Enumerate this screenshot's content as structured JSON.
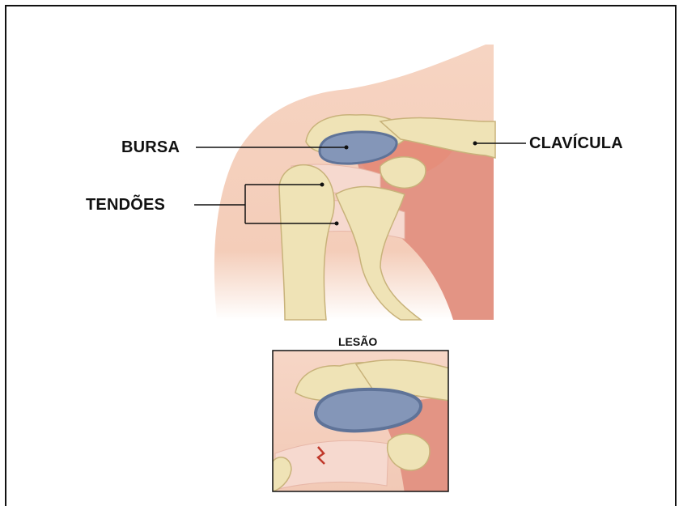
{
  "labels": {
    "bursa": "BURSA",
    "tendons": "TENDÕES",
    "clavicle": "CLAVÍCULA",
    "injury": "LESÃO"
  },
  "colors": {
    "skin": "#f2c3ac",
    "bone": "#efe3b6",
    "bone_edge": "#c8b27a",
    "muscle": "#e08a78",
    "tendon": "#f5d5cc",
    "bursa": "#8496b8",
    "bursa_edge": "#5f7398",
    "tear": "#c0392b"
  }
}
